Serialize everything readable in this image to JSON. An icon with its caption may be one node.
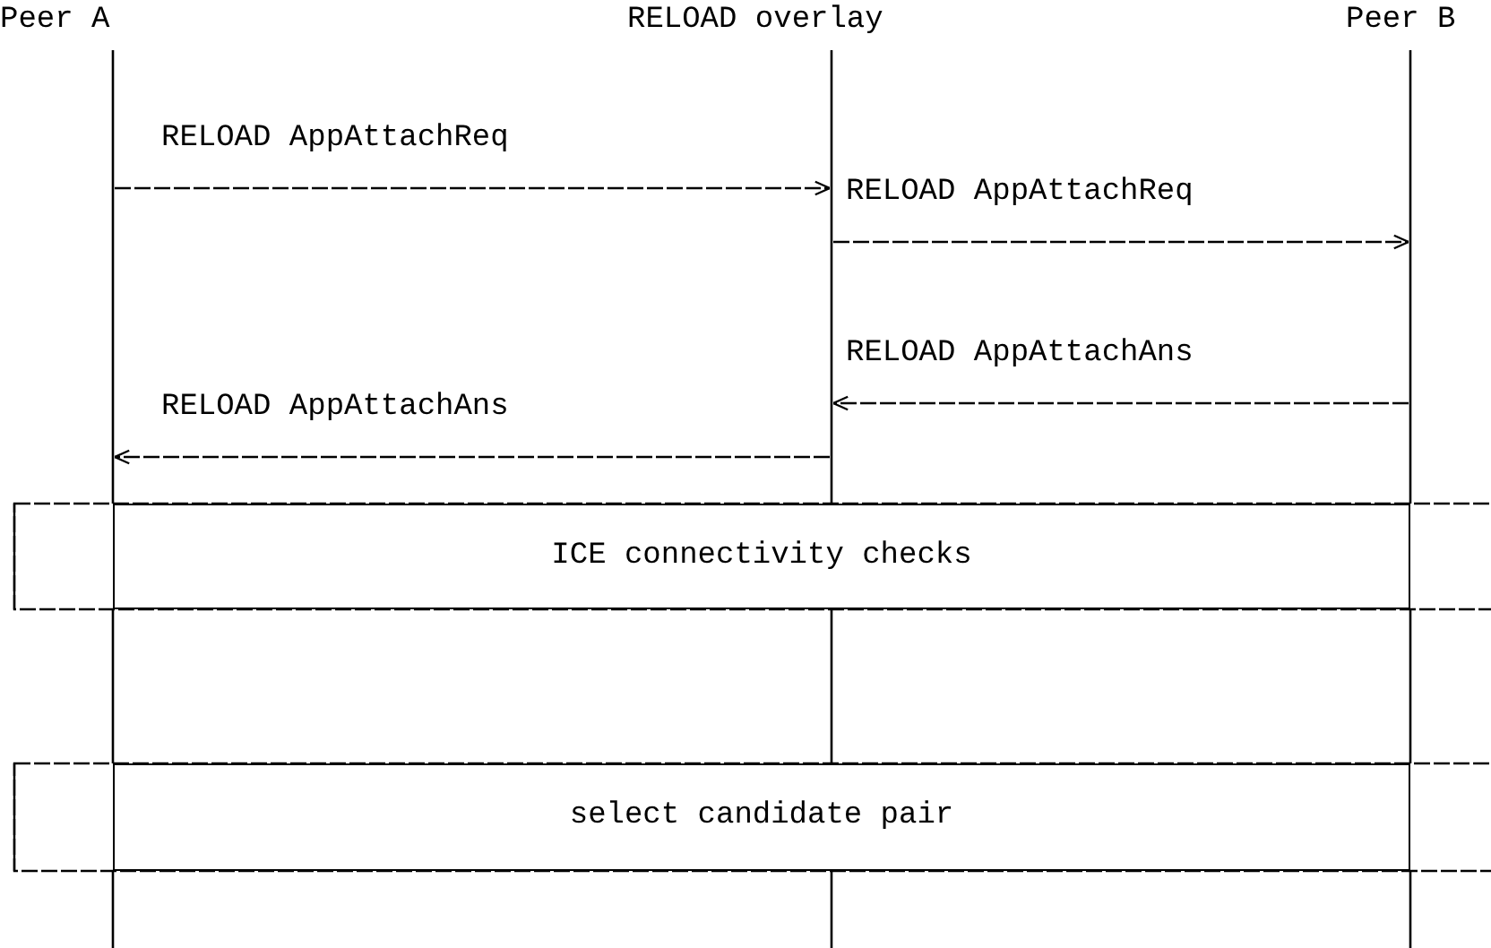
{
  "diagram": {
    "nodes": [
      {
        "text": [
          "Peer A"
        ]
      },
      {
        "text": [
          "RELOAD overlay"
        ]
      },
      {
        "text": [
          "Peer B"
        ]
      },
      {
        "text": [
          "ICE connectivity checks"
        ]
      },
      {
        "text": [
          "select candidate pair"
        ]
      }
    ],
    "edges": [
      {
        "from": 0,
        "to": 1,
        "arrow": "to",
        "label": "RELOAD AppAttachReq",
        "style": "dashed"
      },
      {
        "from": 1,
        "to": 2,
        "arrow": "to",
        "label": "RELOAD AppAttachReq",
        "style": "dashed"
      },
      {
        "from": 2,
        "to": 1,
        "arrow": "to",
        "label": "RELOAD AppAttachAns",
        "style": "dashed"
      },
      {
        "from": 1,
        "to": 0,
        "arrow": "to",
        "label": "RELOAD AppAttachAns",
        "style": "dashed"
      }
    ]
  }
}
